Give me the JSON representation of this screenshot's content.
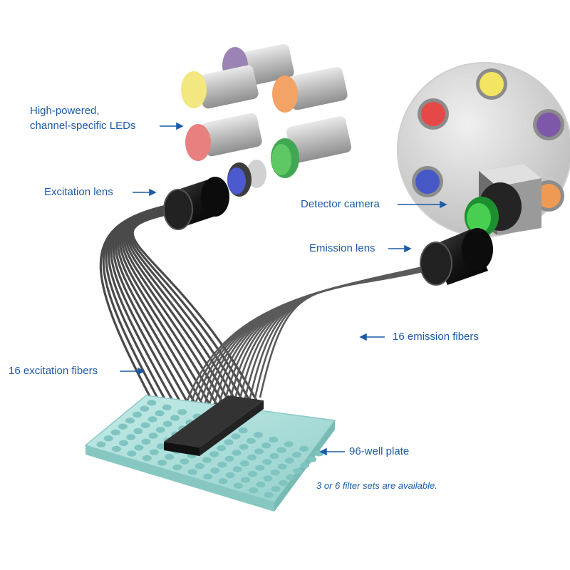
{
  "labels": {
    "leds": [
      "High-powered,",
      "channel-specific LEDs"
    ],
    "excitation_lens": "Excitation lens",
    "detector_camera": "Detector camera",
    "emission_lens": "Emission lens",
    "emission_fibers": "16 emission fibers",
    "excitation_fibers": "16 excitation fibers",
    "plate": "96-well plate",
    "note": "3 or 6 filter sets are available."
  },
  "colors": {
    "label_text": "#1b5aa6",
    "plate": "#a9dcd8",
    "plate_wells": "#7fc4c0",
    "fiber": "#4a4a4a",
    "lens_body": "#1a1a1a",
    "led_body": "#b8b8b8",
    "filter_wheel": "#d8d8d8",
    "filters": [
      "#f6e54a",
      "#e53a3a",
      "#3d4cc9",
      "#7a3fa0",
      "#f08a32",
      "#2fb43a"
    ]
  },
  "counts": {
    "excitation_fibers": 16,
    "emission_fibers": 16,
    "plate_wells": 96
  }
}
